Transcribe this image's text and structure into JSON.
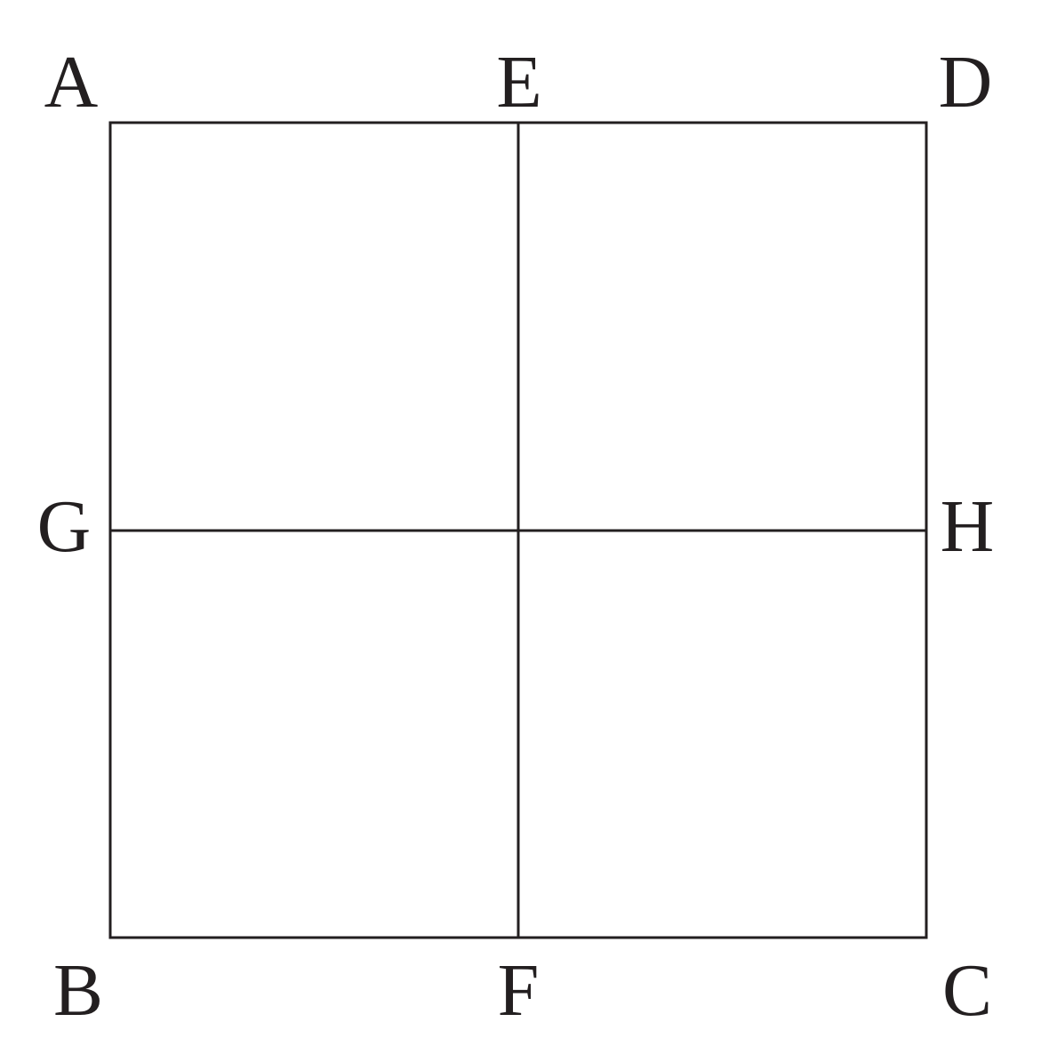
{
  "diagram": {
    "stroke_color": "#231f20",
    "background_color": "#ffffff",
    "labels": {
      "A": "A",
      "E": "E",
      "D": "D",
      "G": "G",
      "H": "H",
      "B": "B",
      "F": "F",
      "C": "C"
    }
  }
}
